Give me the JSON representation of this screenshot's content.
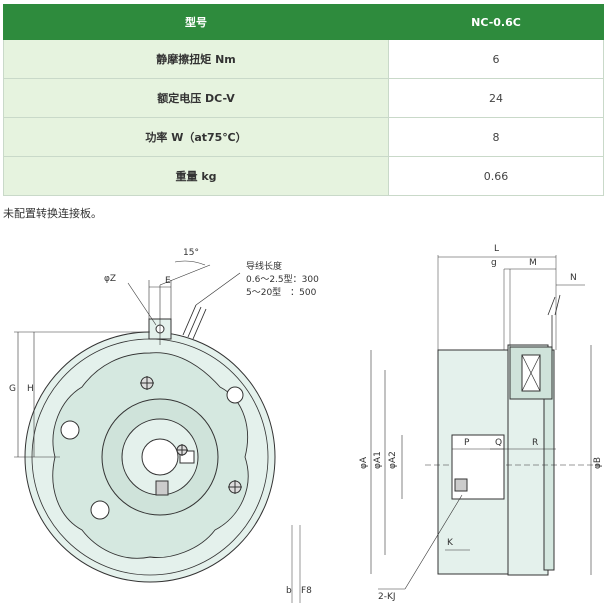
{
  "table": {
    "header": {
      "label": "型号",
      "model": "NC-0.6C"
    },
    "rows": [
      {
        "label": "静摩擦扭矩 Nm",
        "value": "6"
      },
      {
        "label": "额定电压 DC-V",
        "value": "24"
      },
      {
        "label": "功率 W（at75℃）",
        "value": "8"
      },
      {
        "label": "重量 kg",
        "value": "0.66"
      }
    ]
  },
  "note": "未配置转换连接板。",
  "drawing": {
    "front": {
      "angle": "15°",
      "lead_title": "导线长度",
      "lead_row1": "0.6～2.5型：300",
      "lead_row2": "5～20型　：500",
      "phi_z": "φZ",
      "e": "E",
      "g": "G",
      "h": "H",
      "b": "b",
      "f8": "F8"
    },
    "side": {
      "l": "L",
      "g": "g",
      "m": "M",
      "n": "N",
      "phi_a": "φA",
      "phi_a1": "φA1",
      "phi_a2": "φA2",
      "phi_b": "φB",
      "p": "P",
      "q": "Q",
      "r": "R",
      "k": "K",
      "kj": "2-KJ"
    }
  },
  "colors": {
    "header": "#2e8b3d",
    "label_bg": "#e6f3df",
    "body_fill": "#e4f1ec",
    "line": "#333333"
  }
}
